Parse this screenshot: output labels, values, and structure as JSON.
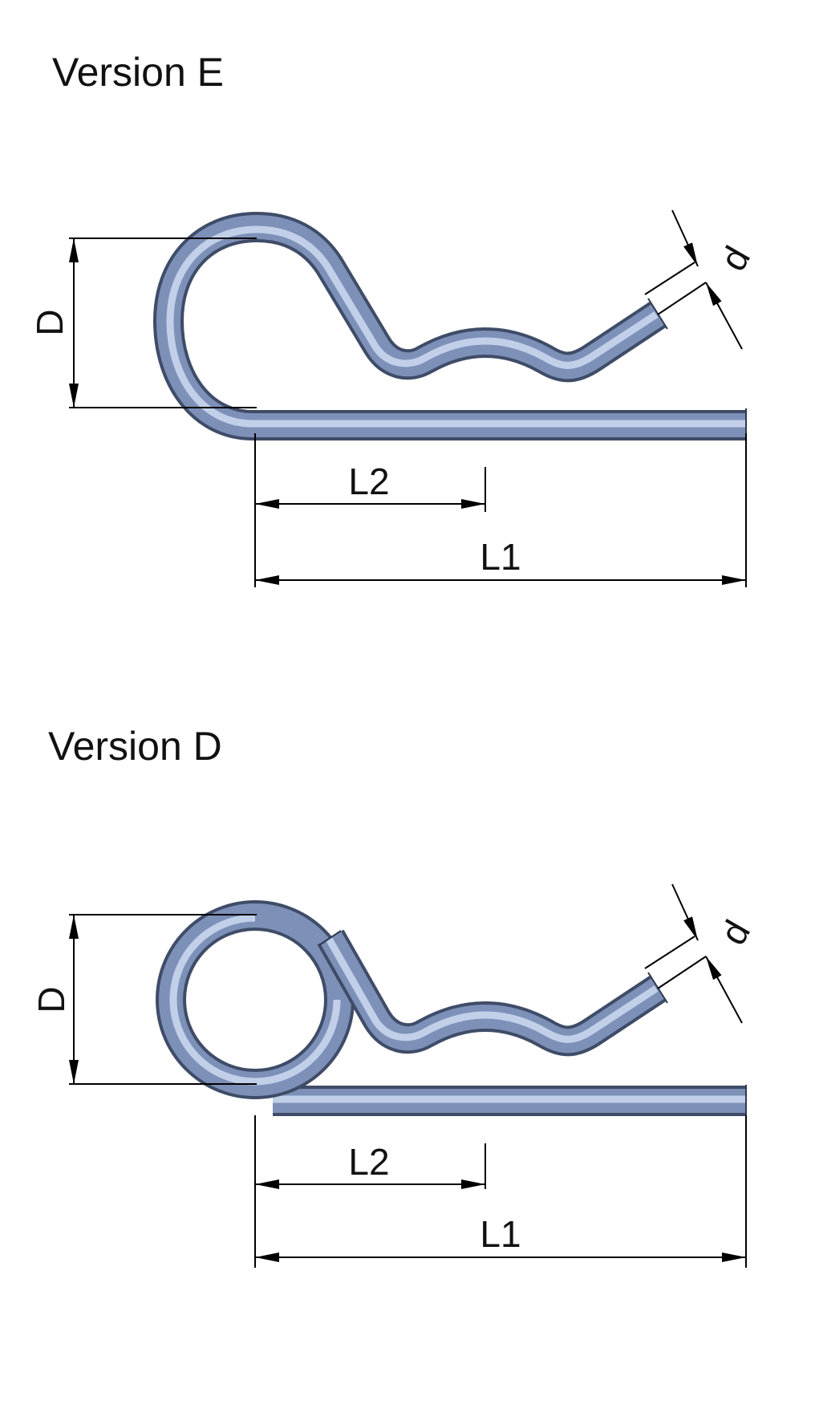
{
  "versions": [
    {
      "title": "Version E",
      "labels": {
        "D": "D",
        "d": "d",
        "L1": "L1",
        "L2": "L2"
      }
    },
    {
      "title": "Version D",
      "labels": {
        "D": "D",
        "d": "d",
        "L1": "L1",
        "L2": "L2"
      }
    }
  ],
  "colors": {
    "wire_dark": "#3f4c68",
    "wire_mid": "#7d90b8",
    "wire_highlight": "#c9d6ee",
    "dimension": "#000000"
  }
}
